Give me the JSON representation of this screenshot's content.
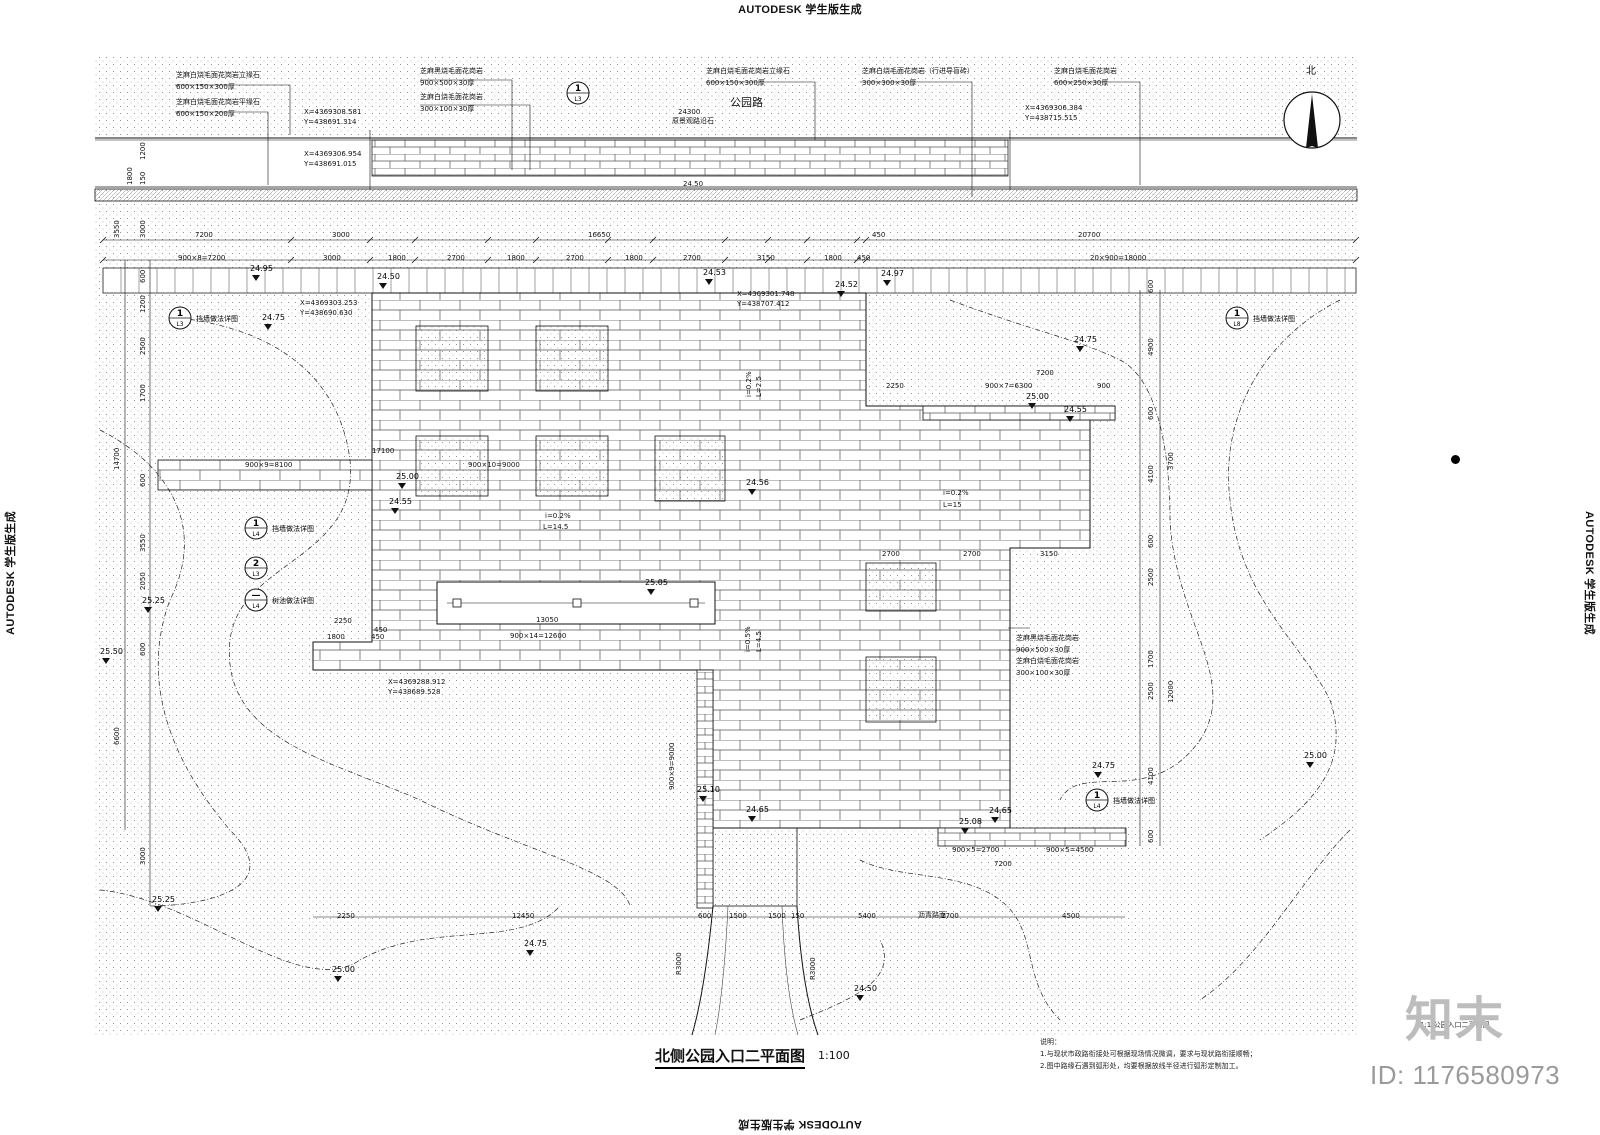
{
  "watermark": "AUTODESK 学生版生成",
  "brand": {
    "logo": "知末",
    "id": "ID: 1176580973"
  },
  "title": "北侧公园入口二平面图",
  "scale": "1:100",
  "north_label": "北",
  "road_label": "公园路",
  "notes": {
    "heading": "说明：",
    "lines": [
      "1.与现状市政路衔接处可根据现场情况微调，要求与现状路衔接顺畅；",
      "2.图中路缘石遇到弧形处，均要根据放线半径进行弧形定制加工。"
    ]
  },
  "stamp": "1:1 公园入口二平面图",
  "material_labels": [
    {
      "id": "m1",
      "lines": [
        "芝麻白烧毛面花岗岩立缘石",
        "600×150×300厚"
      ]
    },
    {
      "id": "m2",
      "lines": [
        "芝麻白烧毛面花岗岩平缘石",
        "600×150×200厚"
      ]
    },
    {
      "id": "m3",
      "lines": [
        "芝麻黑烧毛面花岗岩",
        "900×500×30厚"
      ]
    },
    {
      "id": "m4",
      "lines": [
        "芝麻白烧毛面花岗岩",
        "300×100×30厚"
      ]
    },
    {
      "id": "m5",
      "lines": [
        "芝麻白烧毛面花岗岩立缘石",
        "600×150×300厚"
      ]
    },
    {
      "id": "m6",
      "lines": [
        "芝麻白烧毛面花岗岩（行进导盲砖）",
        "300×300×30厚"
      ]
    },
    {
      "id": "m7",
      "lines": [
        "芝麻白烧毛面花岗岩",
        "600×250×30厚"
      ]
    },
    {
      "id": "m8",
      "lines": [
        "芝麻黑烧毛面花岗岩",
        "900×500×30厚"
      ]
    },
    {
      "id": "m9",
      "lines": [
        "芝麻白烧毛面花岗岩",
        "300×100×30厚"
      ]
    }
  ],
  "coordinates": [
    {
      "id": "c1",
      "lines": [
        "X=4369308.581",
        "Y=438691.314"
      ]
    },
    {
      "id": "c2",
      "lines": [
        "X=4369306.954",
        "Y=438691.015"
      ]
    },
    {
      "id": "c3",
      "lines": [
        "X=4369306.384",
        "Y=438715.515"
      ]
    },
    {
      "id": "c4",
      "lines": [
        "X=4369303.253",
        "Y=438690.630"
      ]
    },
    {
      "id": "c5",
      "lines": [
        "X=4369301.748",
        "Y=438707.412"
      ]
    },
    {
      "id": "c6",
      "lines": [
        "X=4369288.912",
        "Y=438689.528"
      ]
    }
  ],
  "elevations": [
    "24.95",
    "24.50",
    "24.53",
    "24.52",
    "24.97",
    "24.75",
    "24.75",
    "25.00",
    "25.00",
    "24.55",
    "24.56",
    "25.05",
    "24.55",
    "25.10",
    "24.65",
    "25.08",
    "24.65",
    "24.75",
    "25.25",
    "25.50",
    "25.25",
    "24.75",
    "25.00",
    "24.50",
    "25.00"
  ],
  "dims_top": [
    "7200",
    "3000",
    "16650",
    "450",
    "20700"
  ],
  "dims_second": [
    "900×8=7200",
    "3000",
    "1800",
    "2700",
    "1800",
    "2700",
    "1800",
    "2700",
    "3150",
    "1800",
    "450",
    "20×900=18000"
  ],
  "dims_bottom": [
    "2250",
    "12450",
    "600",
    "1500",
    "1500",
    "150",
    "5400",
    "2700",
    "4500"
  ],
  "dims_left": [
    "3550",
    "3000",
    "600",
    "1200",
    "2500",
    "1700",
    "600",
    "3550",
    "2050",
    "600",
    "6600",
    "3000",
    "14700",
    "150",
    "1200",
    "1800"
  ],
  "dims_right": [
    "600",
    "4900",
    "600",
    "4100",
    "3700",
    "600",
    "2500",
    "1700",
    "2500",
    "12000",
    "4100",
    "600"
  ],
  "dims_misc": [
    "24300",
    "24.50",
    "7200",
    "900×7=6300",
    "900",
    "2250",
    "900×9=8100",
    "17100",
    "900×10=9000",
    "13050",
    "900×14=12600",
    "2250",
    "1800",
    "450",
    "450",
    "2700",
    "2700",
    "3150",
    "900×5=2700",
    "900×5=4500",
    "7200",
    "900×9=9000",
    "R3000",
    "R3000"
  ],
  "slopes": [
    "i=0.2%",
    "L=14.5",
    "i=0.2%",
    "L=15",
    "i=0.2%",
    "L=2.5",
    "i=0.5%",
    "L=4.5"
  ],
  "detail_refs": [
    {
      "num": "1",
      "sheet": "L3",
      "label": "挡墙做法详图"
    },
    {
      "num": "1",
      "sheet": "L8",
      "label": "挡墙做法详图"
    },
    {
      "num": "1",
      "sheet": "L4",
      "label": "挡墙做法详图"
    },
    {
      "num": "2",
      "sheet": "L3",
      "label": ""
    },
    {
      "num": "—",
      "sheet": "L4",
      "label": "树池做法详图"
    },
    {
      "num": "1",
      "sheet": "L4",
      "label": "挡墙做法详图"
    },
    {
      "num": "1",
      "sheet": "L3",
      "label": ""
    }
  ],
  "misc_text": [
    "原景观路沿石",
    "沥青路面"
  ]
}
